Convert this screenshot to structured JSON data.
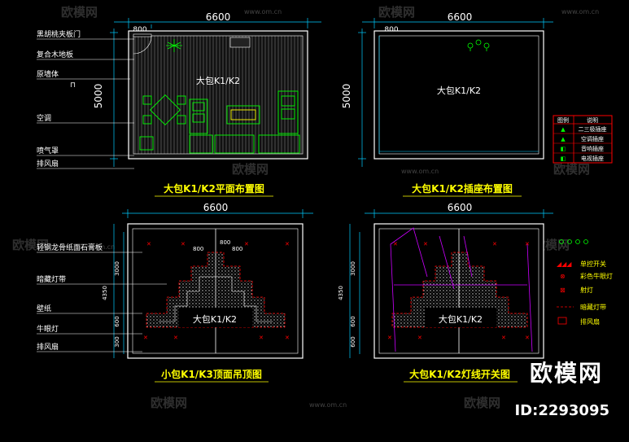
{
  "watermark": {
    "brand": "欧模网",
    "site": "www.om.cn",
    "id_label": "ID:2293095"
  },
  "panels": {
    "plan": {
      "title": "大包K1/K2平面布置图",
      "room_label": "大包K1/K2",
      "dim_width": "6600",
      "dim_height": "5000",
      "dim_door": "800",
      "legend_labels": [
        "黑胡桃夹板门",
        "复合木地板",
        "原墙体",
        "空调",
        "喷气罩",
        "排风扇"
      ]
    },
    "socket": {
      "title": "大包K1/K2插座布置图",
      "room_label": "大包K1/K2",
      "dim_width": "6600",
      "dim_height": "5000",
      "dim_door": "800",
      "table_header": [
        "图例",
        "说明"
      ],
      "table_rows": [
        "二三极插座",
        "空调插座",
        "音响插座",
        "电视插座"
      ]
    },
    "ceiling": {
      "title": "小包K1/K3顶面吊顶图",
      "room_label": "大包K1/K2",
      "dim_width": "6600",
      "dim_heights": [
        "4350",
        "3000",
        "600",
        "300"
      ],
      "dim_small": [
        "800",
        "800",
        "800"
      ],
      "legend_labels": [
        "轻钢龙骨纸面石膏板",
        "暗藏灯带",
        "壁纸",
        "牛眼灯",
        "排风扇"
      ]
    },
    "lighting": {
      "title": "大包K1/K2灯线开关图",
      "room_label": "大包K1/K2",
      "dim_width": "6600",
      "dim_heights": [
        "4350",
        "3000",
        "600",
        "600"
      ],
      "legend_items": [
        "单控开关",
        "彩色牛眼灯",
        "射灯",
        "暗藏灯带",
        "排风扇"
      ]
    }
  }
}
